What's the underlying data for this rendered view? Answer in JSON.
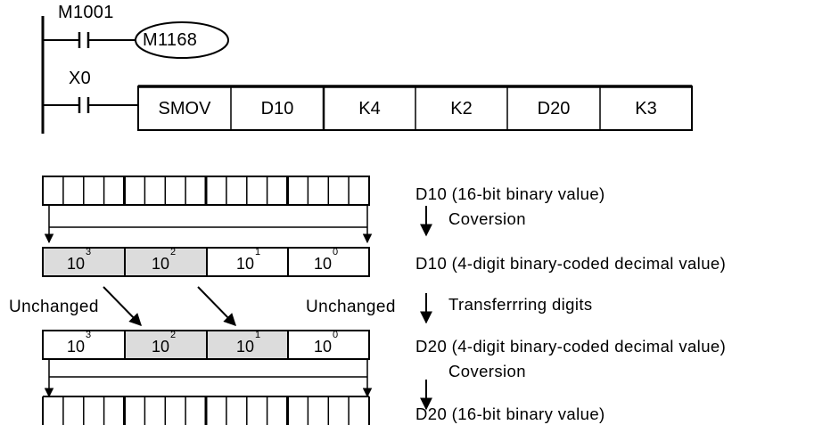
{
  "ladder": {
    "rung1": {
      "contact": "M1001",
      "coil": "M1168"
    },
    "rung2": {
      "contact": "X0",
      "instruction": [
        "SMOV",
        "D10",
        "K4",
        "K2",
        "D20",
        "K3"
      ]
    }
  },
  "bcd_top": [
    {
      "base": "10",
      "exp": "3",
      "shaded": true
    },
    {
      "base": "10",
      "exp": "2",
      "shaded": true
    },
    {
      "base": "10",
      "exp": "1",
      "shaded": false
    },
    {
      "base": "10",
      "exp": "0",
      "shaded": false
    }
  ],
  "bcd_bottom": [
    {
      "base": "10",
      "exp": "3",
      "shaded": false
    },
    {
      "base": "10",
      "exp": "2",
      "shaded": true
    },
    {
      "base": "10",
      "exp": "1",
      "shaded": true
    },
    {
      "base": "10",
      "exp": "0",
      "shaded": false
    }
  ],
  "labels": {
    "left_unchanged": "Unchanged",
    "right_unchanged": "Unchanged"
  },
  "flow": {
    "step1": "D10 (16-bit binary value)",
    "arrow1": "Coversion",
    "step2": "D10 (4-digit binary-coded decimal value)",
    "arrow2": "Transferrring digits",
    "step3": "D20 (4-digit binary-coded decimal value)",
    "arrow3": "Coversion",
    "step4": "D20 (16-bit binary value)"
  },
  "colors": {
    "shade": "#dcdcdc",
    "line": "#000000"
  }
}
